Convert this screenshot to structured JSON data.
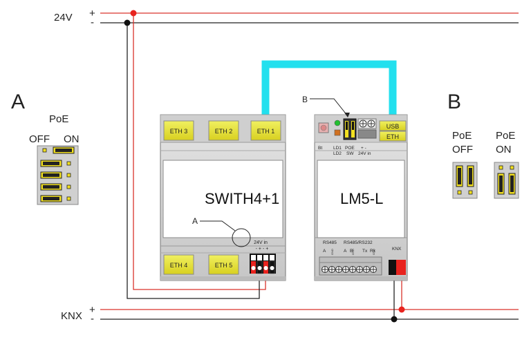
{
  "rails": {
    "v24_label": "24V",
    "v24_plus": "+",
    "v24_minus": "-",
    "knx_label": "KNX",
    "knx_plus": "+",
    "knx_minus": "-"
  },
  "section_a": {
    "letter": "A",
    "poe_title": "PoE",
    "off": "OFF",
    "on": "ON"
  },
  "section_b": {
    "letter": "B",
    "poe_off_1": "PoE",
    "poe_off_2": "OFF",
    "poe_on_1": "PoE",
    "poe_on_2": "ON"
  },
  "switch": {
    "name": "SWITH4+1",
    "eth1": "ETH 1",
    "eth2": "ETH 2",
    "eth3": "ETH 3",
    "eth4": "ETH 4",
    "eth5": "ETH 5",
    "power_label": "24V in",
    "power_signs": "-  +  -  +",
    "callout": "A"
  },
  "lm5": {
    "name": "LM5-L",
    "usb": "USB",
    "eth": "ETH",
    "bt": "Bt",
    "ld1": "LD1",
    "ld2": "LD2",
    "poe": "POE",
    "sw": "SW",
    "pm": "+   -",
    "v24in": "24V in",
    "rs485": "RS485",
    "rs485_232": "RS485/RS232",
    "knx": "KNX",
    "a1": "A",
    "a2": "A",
    "b": "B",
    "tx": "Tx",
    "rx": "Rx",
    "gnd1": "GND",
    "gnd2": "GND",
    "gnd3": "GND",
    "callout": "B"
  },
  "colors": {
    "red_wire": "#d9332b",
    "black_wire": "#222222",
    "cyan_cable": "#22e0ee",
    "housing": "#d5d5d5",
    "port": "#e0e030",
    "dip": "#f2e020"
  }
}
